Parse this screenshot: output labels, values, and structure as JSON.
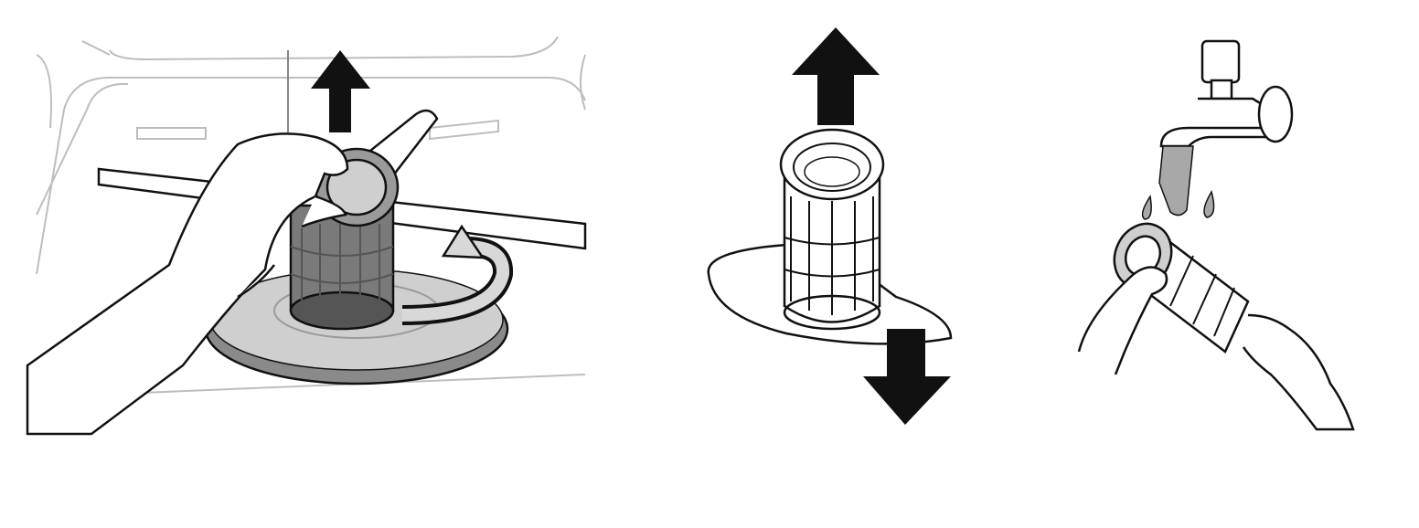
{
  "diagram": {
    "steps": [
      {
        "id": "step-1",
        "icon": "remove-filter-twist-icon"
      },
      {
        "id": "step-2",
        "icon": "separate-filter-icon"
      },
      {
        "id": "step-3",
        "icon": "rinse-filter-icon"
      }
    ],
    "colors": {
      "outline": "#111111",
      "dark_arrow": "#111111",
      "filter_gray": "#9a9a9a",
      "filter_dark": "#666666",
      "plate_gray": "#c8c8c8",
      "plate_dark": "#8a8a8a",
      "tub_line": "#bdbdbd",
      "water": "#a8a8a8",
      "background": "#ffffff"
    }
  }
}
